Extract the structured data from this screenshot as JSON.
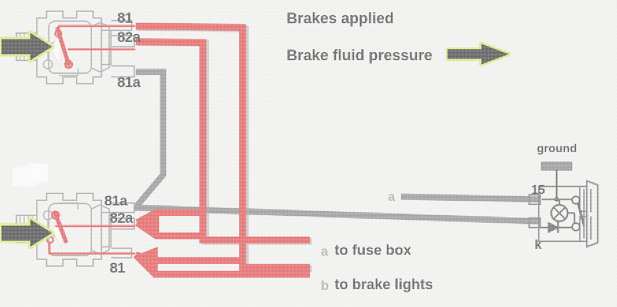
{
  "diagram": {
    "title_notes": {
      "brakes_applied": "Brakes applied",
      "brake_fluid_pressure": "Brake fluid pressure"
    },
    "upper_switch": {
      "terminals": [
        {
          "id": "81",
          "label": "81"
        },
        {
          "id": "82a",
          "label": "82a"
        },
        {
          "id": "81a",
          "label": "81a"
        }
      ]
    },
    "lower_switch": {
      "terminals": [
        {
          "id": "81a",
          "label": "81a"
        },
        {
          "id": "82a",
          "label": "82a"
        },
        {
          "id": "81",
          "label": "81"
        }
      ]
    },
    "control_unit": {
      "ground_label": "ground",
      "terminal_15": "15",
      "terminal_k": "k",
      "input_a": "a",
      "symbols": {
        "lamp": "lamp-symbol",
        "diode": "diode-symbol",
        "ground": "ground-symbol"
      }
    },
    "legend": [
      {
        "key": "a",
        "text": "to fuse box",
        "color": "#dd2222"
      },
      {
        "key": "b",
        "text": "to brake lights",
        "color": "#dd2222"
      }
    ],
    "colors": {
      "wire_red": "#dd2222",
      "wire_gray": "#6e6e6e",
      "outline_gray": "#8c8c8c",
      "arrow_fill": "#0a0a0a",
      "arrow_outline": "#c8e84a",
      "background": "#efefed",
      "text": "#111111",
      "key_gray": "#8d8d8d"
    }
  }
}
